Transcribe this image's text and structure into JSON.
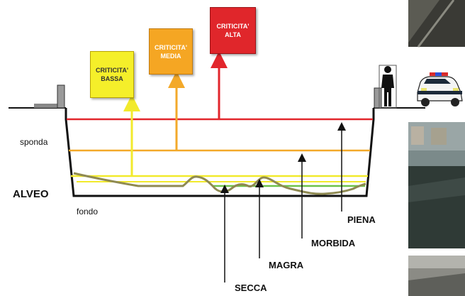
{
  "labels": {
    "sponda": "sponda",
    "alveo": "ALVEO",
    "fondo": "fondo",
    "piena": "PIENA",
    "morbida": "MORBIDA",
    "magra": "MAGRA",
    "secca": "SECCA"
  },
  "criticality": {
    "low": {
      "line1": "CRITICITA'",
      "line2": "BASSA",
      "color": "#f5ef2a",
      "line_color": "#f2ea2c"
    },
    "medium": {
      "line1": "CRITICITA'",
      "line2": "MEDIA",
      "color": "#f5a623",
      "line_color": "#f3a92a"
    },
    "high": {
      "line1": "CRITICITA'",
      "line2": "ALTA",
      "color": "#e0262b",
      "line_color": "#e2262c"
    }
  },
  "colors": {
    "channel": "#111111",
    "riverbed": "#8f8a52",
    "water_green": "#6cc24a",
    "arrow_black": "#111111"
  },
  "icons": {
    "person": "person-silhouette-icon",
    "car": "police-car-icon"
  }
}
